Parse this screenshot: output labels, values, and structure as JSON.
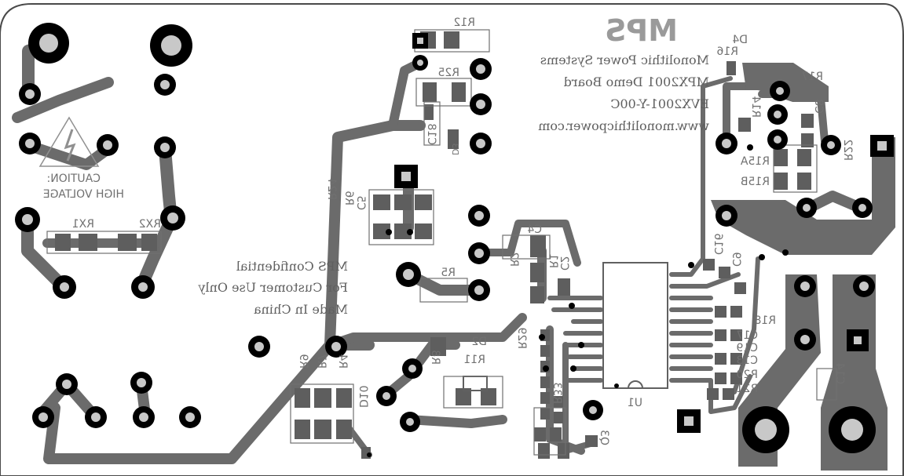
{
  "board": {
    "logo": "MPS",
    "company": "Monolithic Power Systems",
    "demo_board": "MPX2001 Demo Board",
    "part_number": "EVX2001-Y-00C",
    "website": "www.monolithicpower.com",
    "confidential": "MPS Confidential",
    "customer_use": "For Customer Use Only",
    "made_in": "Made In China",
    "caution_1": "CAUTION:",
    "caution_2": "HIGH VOLTAGE"
  },
  "refdes": {
    "R12": "R12",
    "R25": "R25",
    "C18": "C18",
    "D3": "D3",
    "D4": "D4",
    "R16": "R16",
    "R17": "R17",
    "C8": "C8",
    "R22": "R22",
    "R15A": "R15A",
    "R15B": "R15B",
    "R14": "R14",
    "R24": "R24",
    "R6": "R6",
    "C5": "C5",
    "C4": "C4",
    "R5": "R5",
    "R2": "R2",
    "R1": "R1",
    "C2": "C2",
    "C16": "C16",
    "C9": "C9",
    "R18": "R18",
    "C17": "C17",
    "C19": "C19",
    "C13": "C13",
    "R20": "R20",
    "R21": "R21",
    "C14": "C14",
    "U1": "U1",
    "R9": "R9",
    "R7": "R7",
    "R4": "R4",
    "D2": "D2",
    "R11": "R11",
    "R8": "R8",
    "D10": "D10",
    "Q3": "Q3",
    "R29": "R29",
    "R33": "R33",
    "RX1": "RX1",
    "RX2": "RX2"
  },
  "colors": {
    "copper": "#6b6b6b",
    "silk": "#707070",
    "pad": "#000000",
    "drill": "#c8c8c8",
    "outline": "#505050"
  }
}
